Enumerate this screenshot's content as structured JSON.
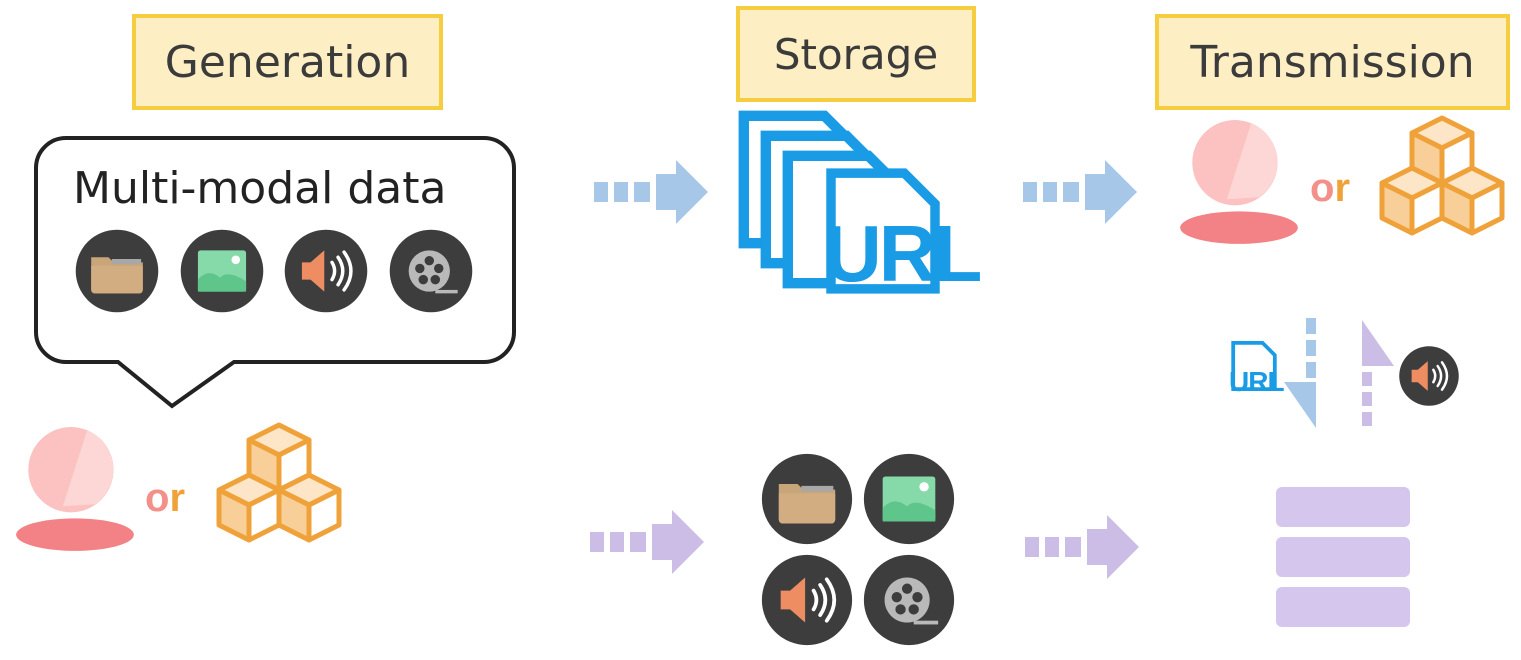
{
  "stages": {
    "generation": "Generation",
    "storage": "Storage",
    "transmission": "Transmission"
  },
  "bubble": {
    "text": "Multi-modal data"
  },
  "or_text": {
    "o": "o",
    "r": "r"
  },
  "url_text": "URL",
  "icons": [
    "folder-icon",
    "image-icon",
    "audio-icon",
    "video-icon",
    "user-icon",
    "cubes-icon",
    "url-document-icon",
    "database-icon"
  ],
  "colors": {
    "blue_arrow": "#a7c7e9",
    "purple_arrow": "#cbbde6",
    "url_blue": "#1a9be6",
    "label_fill": "#fdeec4",
    "label_border": "#f6cd3e",
    "icon_bg": "#3d3d3d",
    "cube_orange": "#f0a23a",
    "user_pink": "#f8a7a8",
    "db_purple": "#d4c6ec"
  }
}
